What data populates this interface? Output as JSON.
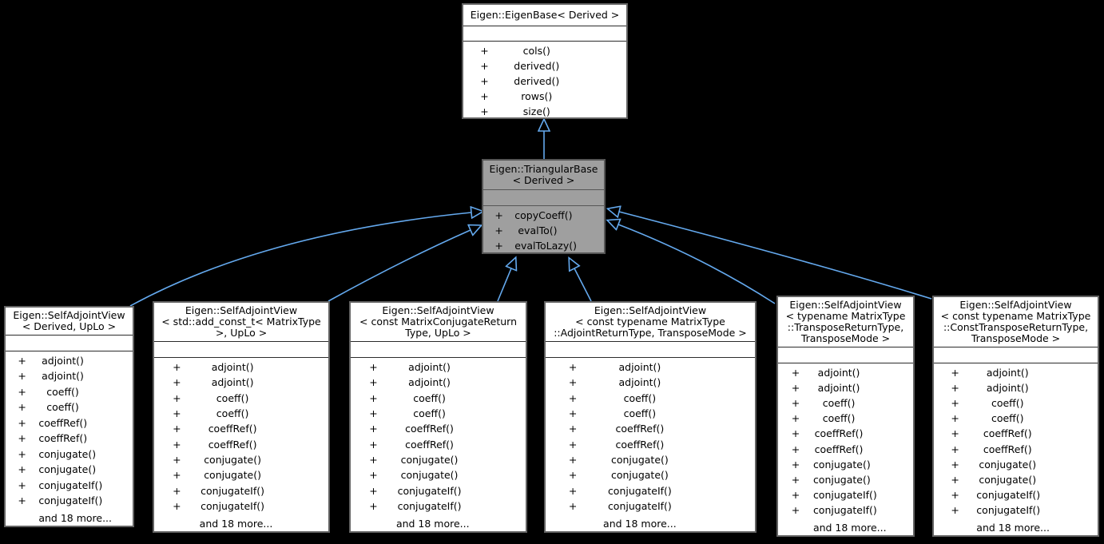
{
  "ui": {
    "background": "#000000",
    "node_fill": "#ffffff",
    "focus_node_fill": "#9f9f9f",
    "node_border": "#636363",
    "text_color": "#000000",
    "arrow_color": "#64a9ee",
    "plus": "+"
  },
  "diagram": {
    "base_class": {
      "title_lines": [
        "Eigen::EigenBase< Derived >"
      ],
      "methods": [
        "cols()",
        "derived()",
        "derived()",
        "rows()",
        "size()"
      ]
    },
    "focus_class": {
      "title_lines": [
        "Eigen::TriangularBase",
        "< Derived >"
      ],
      "methods": [
        "copyCoeff()",
        "evalTo()",
        "evalToLazy()"
      ]
    },
    "derived_classes": [
      {
        "title_lines": [
          "Eigen::SelfAdjointView",
          "< Derived, UpLo >"
        ],
        "methods": [
          "adjoint()",
          "adjoint()",
          "coeff()",
          "coeff()",
          "coeffRef()",
          "coeffRef()",
          "conjugate()",
          "conjugate()",
          "conjugateIf()",
          "conjugateIf()"
        ],
        "more": "and 18 more..."
      },
      {
        "title_lines": [
          "Eigen::SelfAdjointView",
          "< std::add_const_t< MatrixType",
          ">, UpLo >"
        ],
        "methods": [
          "adjoint()",
          "adjoint()",
          "coeff()",
          "coeff()",
          "coeffRef()",
          "coeffRef()",
          "conjugate()",
          "conjugate()",
          "conjugateIf()",
          "conjugateIf()"
        ],
        "more": "and 18 more..."
      },
      {
        "title_lines": [
          "Eigen::SelfAdjointView",
          "< const MatrixConjugateReturn",
          "Type, UpLo >"
        ],
        "methods": [
          "adjoint()",
          "adjoint()",
          "coeff()",
          "coeff()",
          "coeffRef()",
          "coeffRef()",
          "conjugate()",
          "conjugate()",
          "conjugateIf()",
          "conjugateIf()"
        ],
        "more": "and 18 more..."
      },
      {
        "title_lines": [
          "Eigen::SelfAdjointView",
          "< const typename MatrixType",
          "::AdjointReturnType, TransposeMode >"
        ],
        "methods": [
          "adjoint()",
          "adjoint()",
          "coeff()",
          "coeff()",
          "coeffRef()",
          "coeffRef()",
          "conjugate()",
          "conjugate()",
          "conjugateIf()",
          "conjugateIf()"
        ],
        "more": "and 18 more..."
      },
      {
        "title_lines": [
          "Eigen::SelfAdjointView",
          "< typename MatrixType",
          "::TransposeReturnType,",
          "TransposeMode >"
        ],
        "methods": [
          "adjoint()",
          "adjoint()",
          "coeff()",
          "coeff()",
          "coeffRef()",
          "coeffRef()",
          "conjugate()",
          "conjugate()",
          "conjugateIf()",
          "conjugateIf()"
        ],
        "more": "and 18 more..."
      },
      {
        "title_lines": [
          "Eigen::SelfAdjointView",
          "< const typename MatrixType",
          "::ConstTransposeReturnType,",
          "TransposeMode >"
        ],
        "methods": [
          "adjoint()",
          "adjoint()",
          "coeff()",
          "coeff()",
          "coeffRef()",
          "coeffRef()",
          "conjugate()",
          "conjugate()",
          "conjugateIf()",
          "conjugateIf()"
        ],
        "more": "and 18 more..."
      }
    ]
  }
}
